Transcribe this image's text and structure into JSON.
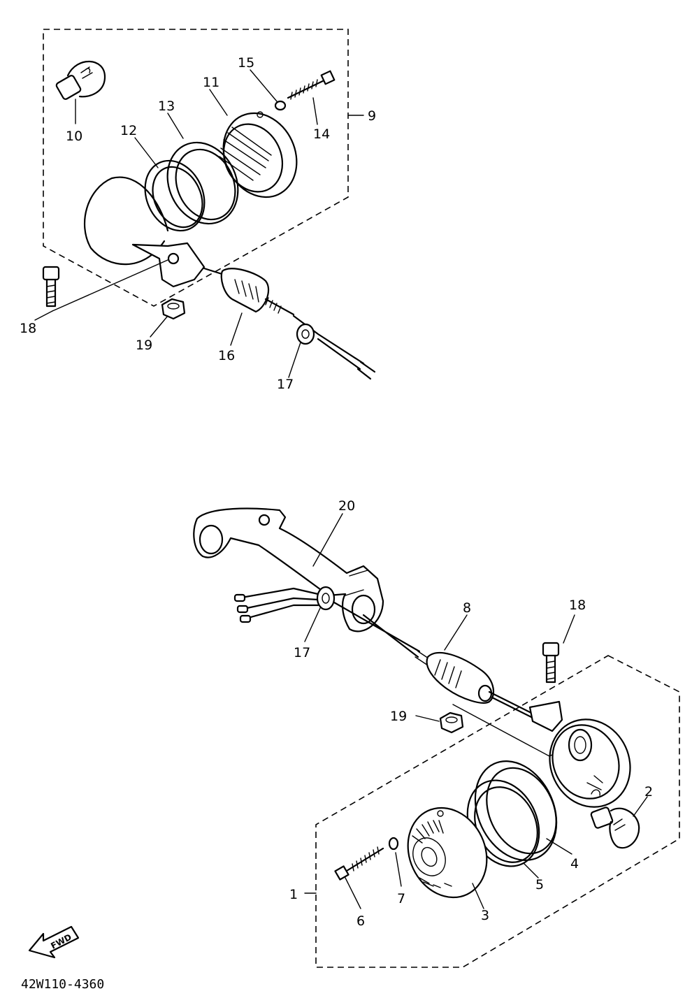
{
  "diagram": {
    "code": "42W110-4360",
    "fwd": "FWD",
    "labels": {
      "l1": "1",
      "l2": "2",
      "l3": "3",
      "l4": "4",
      "l5": "5",
      "l6": "6",
      "l7": "7",
      "l8": "8",
      "l9": "9",
      "l10": "10",
      "l11": "11",
      "l12": "12",
      "l13": "13",
      "l14": "14",
      "l15": "15",
      "l16": "16",
      "l17a": "17",
      "l17b": "17",
      "l18a": "18",
      "l18b": "18",
      "l19a": "19",
      "l19b": "19",
      "l20": "20"
    }
  }
}
